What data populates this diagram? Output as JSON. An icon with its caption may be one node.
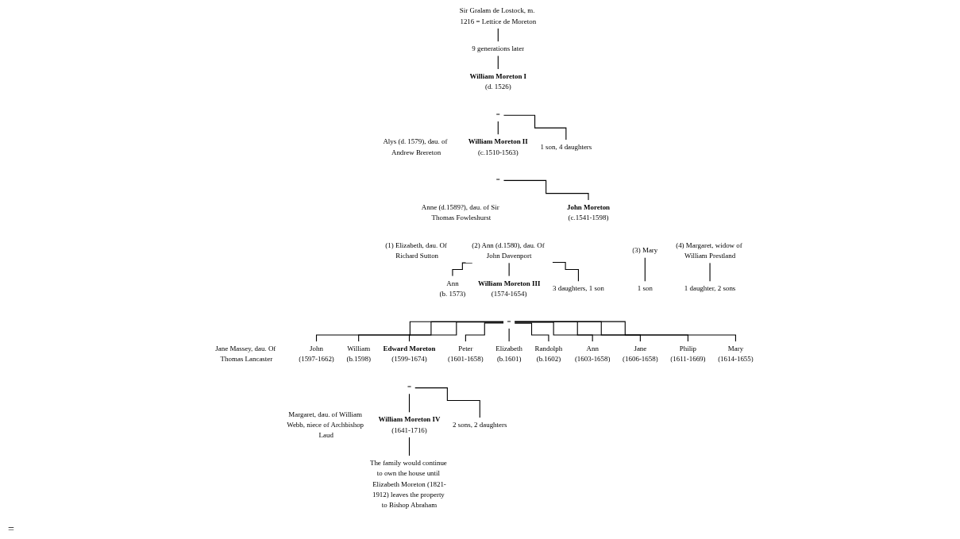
{
  "diagram": {
    "nodes": [
      {
        "text": [
          "Sir Gralam de Lostock, m. 1216 = Lettice de Moreton"
        ]
      },
      {
        "text": [
          "9 generations later"
        ]
      },
      {
        "text": [
          "William Moreton I",
          "(d. 1526)"
        ]
      },
      {
        "text": [
          "="
        ]
      },
      {
        "text": [
          "Alys (d. 1579), dau. of Andrew Brereton"
        ]
      },
      {
        "text": [
          "William Moreton II",
          "(c.1510-1563)"
        ]
      },
      {
        "text": [
          "="
        ]
      },
      {
        "text": [
          "Anne (d.1589?), dau. of Sir Thomas Fowleshurst"
        ]
      },
      {
        "text": [
          "1 son, 4 daughters"
        ]
      },
      {
        "text": [
          "John Moreton",
          "(c.1541-1598)"
        ]
      },
      {
        "text": [
          "(1) Elizabeth, dau. Of Richard Sutton"
        ]
      },
      {
        "text": [
          "(2) Ann (d.1580), dau. Of John Davenport"
        ]
      },
      {
        "text": [
          "(3) Mary"
        ]
      },
      {
        "text": [
          "(4) Margaret, widow of William Prestland"
        ]
      },
      {
        "text": [
          "Ann",
          "(b. 1573)"
        ]
      },
      {
        "text": [
          "William Moreton III",
          "(1574-1654)"
        ]
      },
      {
        "text": [
          "="
        ]
      },
      {
        "text": [
          "Jane Massey, dau. Of Thomas Lancaster"
        ]
      },
      {
        "text": [
          "3 daughters, 1 son"
        ]
      },
      {
        "text": [
          "1 son"
        ]
      },
      {
        "text": [
          "1 daughter, 2 sons"
        ]
      },
      {
        "text": [
          "John",
          "(1597-1662)"
        ]
      },
      {
        "text": [
          "William",
          "(b.1598)"
        ]
      },
      {
        "text": [
          "Edward Moreton",
          "(1599-1674)"
        ]
      },
      {
        "text": [
          "="
        ]
      },
      {
        "text": [
          "Margaret, dau. of William Webb, niece of Archbishop Laud"
        ]
      },
      {
        "text": [
          "Peter",
          "(1601-1658)"
        ]
      },
      {
        "text": [
          "Elizabeth",
          "(b.1601)"
        ]
      },
      {
        "text": [
          "Randolph",
          "(b.1602)"
        ]
      },
      {
        "text": [
          "Ann",
          "(1603-1658)"
        ]
      },
      {
        "text": [
          "Jane",
          "(1606-1658)"
        ]
      },
      {
        "text": [
          "Philip",
          "(1611-1669)"
        ]
      },
      {
        "text": [
          "Mary",
          "(1614-1655)"
        ]
      },
      {
        "text": [
          "William Moreton IV",
          "(1641-1716)"
        ]
      },
      {
        "text": [
          "2 sons, 2 daughters"
        ]
      },
      {
        "text": [
          "The family would continue to own the house until Elizabeth Moreton (1821-1912) leaves the property to Bishop Abraham"
        ]
      }
    ],
    "edges": [
      {
        "from": 0,
        "to": 1,
        "arrow": "none"
      },
      {
        "from": 1,
        "to": 2,
        "arrow": "none"
      },
      {
        "from": 3,
        "to": 5,
        "arrow": "none"
      },
      {
        "from": 3,
        "to": 8,
        "arrow": "none"
      },
      {
        "from": 6,
        "to": 9,
        "arrow": "none"
      },
      {
        "from": 11,
        "to": 14,
        "arrow": "none"
      },
      {
        "from": 11,
        "to": 15,
        "arrow": "none"
      },
      {
        "from": 11,
        "to": 18,
        "arrow": "none"
      },
      {
        "from": 12,
        "to": 19,
        "arrow": "none"
      },
      {
        "from": 13,
        "to": 20,
        "arrow": "none"
      },
      {
        "from": 16,
        "to": 21,
        "arrow": "none"
      },
      {
        "from": 16,
        "to": 22,
        "arrow": "none"
      },
      {
        "from": 16,
        "to": 23,
        "arrow": "none"
      },
      {
        "from": 16,
        "to": 26,
        "arrow": "none"
      },
      {
        "from": 16,
        "to": 27,
        "arrow": "none"
      },
      {
        "from": 16,
        "to": 28,
        "arrow": "none"
      },
      {
        "from": 16,
        "to": 29,
        "arrow": "none"
      },
      {
        "from": 16,
        "to": 30,
        "arrow": "none"
      },
      {
        "from": 16,
        "to": 31,
        "arrow": "none"
      },
      {
        "from": 16,
        "to": 32,
        "arrow": "none"
      },
      {
        "from": 24,
        "to": 33,
        "arrow": "none"
      },
      {
        "from": 24,
        "to": 34,
        "arrow": "none"
      },
      {
        "from": 33,
        "to": 35,
        "arrow": "none"
      }
    ],
    "labels": [
      "="
    ]
  }
}
